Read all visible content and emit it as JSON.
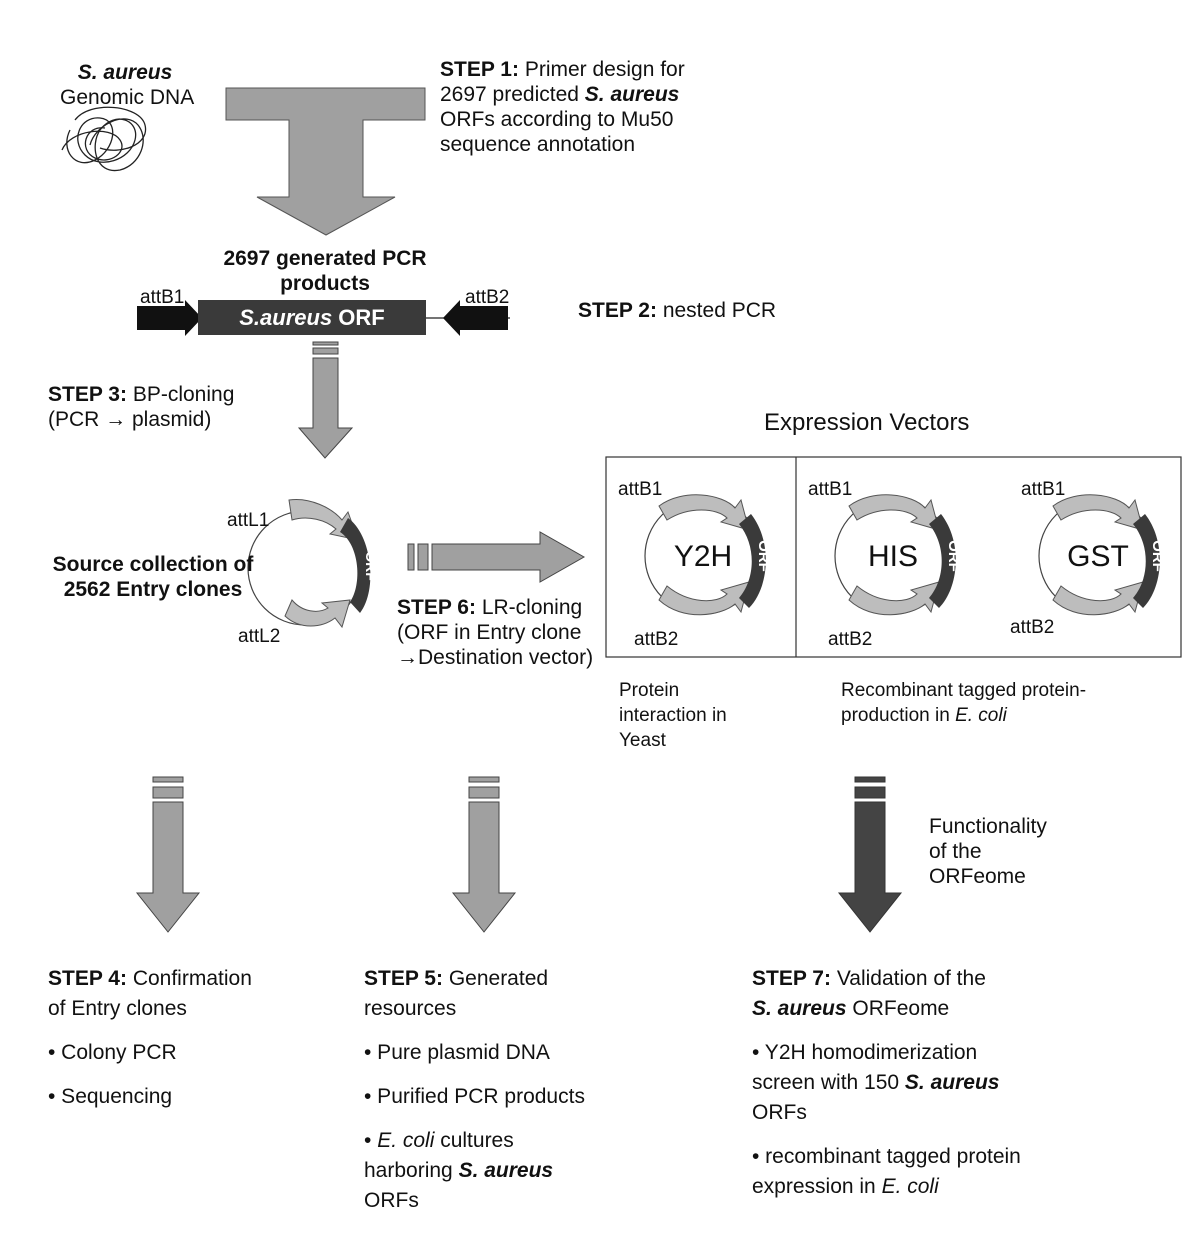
{
  "genome": {
    "species": "S. aureus",
    "label": "Genomic DNA"
  },
  "step1": {
    "step": "STEP 1:",
    "line1": "Primer design for",
    "line2_a": "2697 predicted ",
    "line2_b": "S. aureus",
    "line3": "ORFs according to Mu50",
    "line4": "sequence annotation"
  },
  "pcr_products": {
    "line1": "2697 generated PCR",
    "line2": "products",
    "left_site": "attB1",
    "right_site": "attB2",
    "orf_species": "S.aureus",
    "orf_label": " ORF"
  },
  "step2": {
    "step": "STEP 2:",
    "text": " nested PCR"
  },
  "step3": {
    "step": "STEP 3:",
    "line1": " BP-cloning",
    "line2": "(PCR → plasmid)"
  },
  "entry_clone": {
    "line1": "Source collection of",
    "line2": "2562 Entry clones",
    "site1": "attL1",
    "site2": "attL2",
    "orf": "ORF"
  },
  "step6": {
    "step": "STEP 6:",
    "line1": " LR-cloning",
    "line2": "(ORF in Entry clone",
    "line3": "→Destination vector)"
  },
  "expression_vectors": {
    "title": "Expression Vectors",
    "vectors": [
      {
        "name": "Y2H",
        "site1": "attB1",
        "site2": "attB2",
        "orf": "ORF"
      },
      {
        "name": "HIS",
        "site1": "attB1",
        "site2": "attB2",
        "orf": "ORF"
      },
      {
        "name": "GST",
        "site1": "attB1",
        "site2": "attB2",
        "orf": "ORF"
      }
    ],
    "caption_left": [
      "Protein",
      "interaction in",
      "Yeast"
    ],
    "caption_right_line1": "Recombinant tagged protein-",
    "caption_right_line2_a": "production in ",
    "caption_right_line2_b": "E. coli"
  },
  "functionality": [
    "Functionality",
    "of the",
    "ORFeome"
  ],
  "step4": {
    "step": "STEP 4:",
    "line1": " Confirmation",
    "line2": "of Entry clones",
    "bullets": [
      "• Colony PCR",
      "• Sequencing"
    ]
  },
  "step5": {
    "step": "STEP 5:",
    "line1": " Generated",
    "line2": "resources",
    "bullets": [
      "• Pure plasmid DNA",
      "• Purified PCR products"
    ],
    "bullet3_prefix": "• ",
    "bullet3_italic": "E. coli",
    "bullet3_rest": " cultures",
    "bullet3_line2_a": "harboring ",
    "bullet3_line2_b": "S. aureus",
    "bullet3_line3": "ORFs"
  },
  "step7": {
    "step": "STEP 7:",
    "line1": " Validation of the",
    "line2_a": "S. aureus",
    "line2_b": " ORFeome",
    "bullet1_line1": "• Y2H homodimerization",
    "bullet1_line2_a": "screen with 150 ",
    "bullet1_line2_b": "S. aureus",
    "bullet1_line3": "ORFs",
    "bullet2_line1": "• recombinant tagged protein",
    "bullet2_line2_a": "expression in ",
    "bullet2_line2_b": "E. coli"
  },
  "colors": {
    "arrow_gray": "#a0a0a0",
    "arrow_dark": "#444444",
    "orf_dark": "#3a3a3a",
    "light_arc": "#bdbdbd"
  }
}
